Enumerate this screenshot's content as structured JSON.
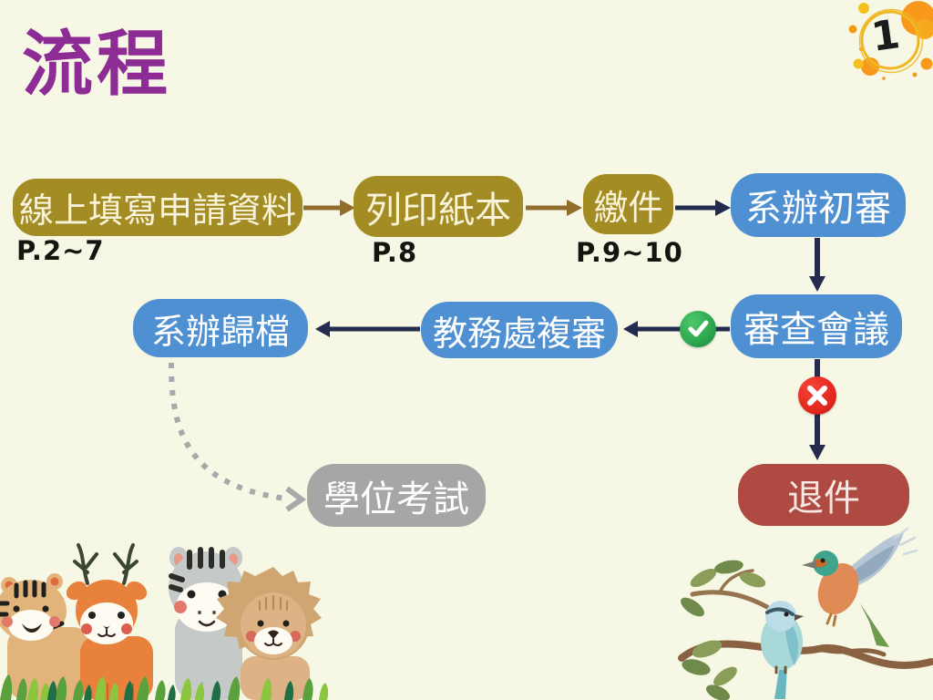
{
  "slide": {
    "title": "流程",
    "page_badge": {
      "number": "1"
    },
    "background": "#f6f7e4"
  },
  "flow": {
    "nodes": {
      "online_form": {
        "label": "線上填寫申請資料",
        "note": "P.2~7",
        "color": "#a38c23"
      },
      "print_paper": {
        "label": "列印紙本",
        "note": "P.8",
        "color": "#a38c23"
      },
      "submit": {
        "label": "繳件",
        "note": "P.9~10",
        "color": "#a38c23"
      },
      "dept_initial_review": {
        "label": "系辦初審",
        "color": "#4e90d2"
      },
      "review_meeting": {
        "label": "審查會議",
        "color": "#4e90d2"
      },
      "registrar_second_review": {
        "label": "教務處複審",
        "color": "#4e90d2"
      },
      "dept_archive": {
        "label": "系辦歸檔",
        "color": "#4e90d2"
      },
      "degree_exam": {
        "label": "學位考試",
        "color": "#a6a6a6"
      },
      "return_case": {
        "label": "退件",
        "color": "#ae4a41"
      }
    },
    "edges": [
      {
        "from": "online_form",
        "to": "print_paper",
        "style": "solid",
        "color": "#926c2a"
      },
      {
        "from": "print_paper",
        "to": "submit",
        "style": "solid",
        "color": "#926c2a"
      },
      {
        "from": "submit",
        "to": "dept_initial_review",
        "style": "solid",
        "color": "#232c4e"
      },
      {
        "from": "dept_initial_review",
        "to": "review_meeting",
        "style": "solid",
        "color": "#232c4e"
      },
      {
        "from": "review_meeting",
        "to": "registrar_second_review",
        "style": "solid",
        "color": "#232c4e",
        "badge": "approve"
      },
      {
        "from": "registrar_second_review",
        "to": "dept_archive",
        "style": "solid",
        "color": "#232c4e"
      },
      {
        "from": "review_meeting",
        "to": "return_case",
        "style": "solid",
        "color": "#232c4e",
        "badge": "reject"
      },
      {
        "from": "dept_archive",
        "to": "degree_exam",
        "style": "dotted",
        "color": "#a9a9a9"
      }
    ],
    "badge_colors": {
      "approve": "#28a04a",
      "reject": "#e3251c"
    }
  },
  "decor": {
    "title_color": "#8e2c96",
    "page_ring_color": "#f0b723",
    "animals": "tiger-deer-zebra-lion-illustration",
    "birds": "watercolor-birds-on-branch-illustration"
  }
}
